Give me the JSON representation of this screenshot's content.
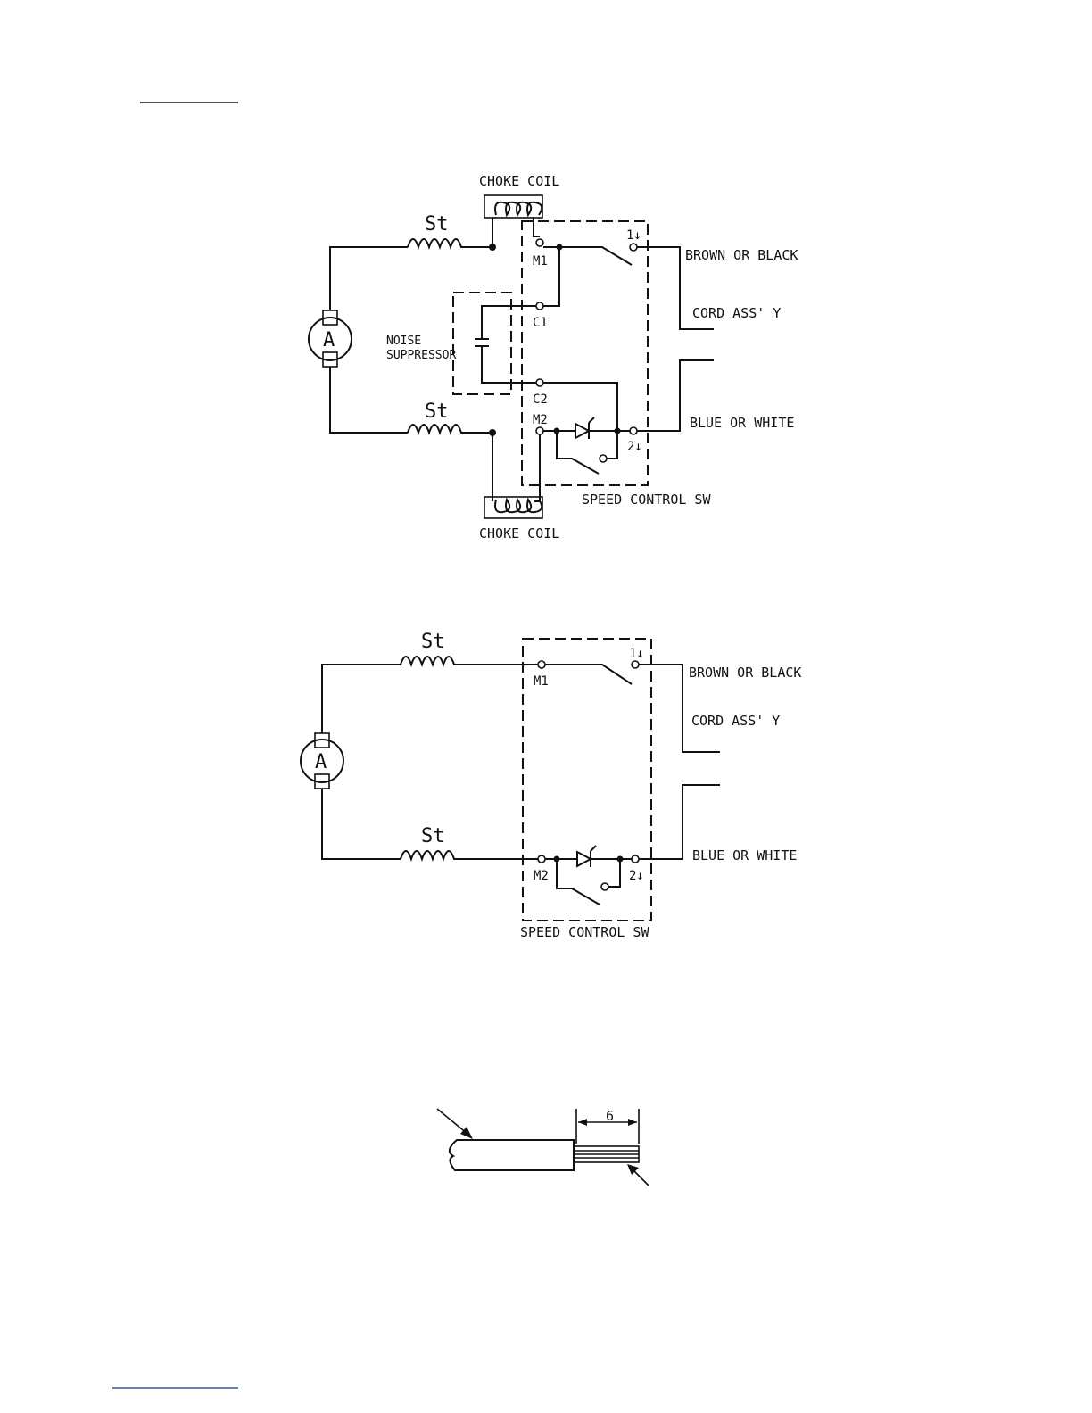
{
  "diagram1": {
    "choke_coil_top": "CHOKE COIL",
    "choke_coil_bottom": "CHOKE COIL",
    "stator_top": "St",
    "stator_bottom": "St",
    "armature": "A",
    "noise_suppressor_line1": "NOISE",
    "noise_suppressor_line2": "SUPPRESSOR",
    "terminal_m1": "M1",
    "terminal_c1": "C1",
    "terminal_c2": "C2",
    "terminal_m2": "M2",
    "terminal_1": "1↓",
    "terminal_2": "2↓",
    "wire_top": "BROWN OR BLACK",
    "cord": "CORD ASS' Y",
    "wire_bottom": "BLUE OR WHITE",
    "switch": "SPEED CONTROL SW"
  },
  "diagram2": {
    "stator_top": "St",
    "stator_bottom": "St",
    "armature": "A",
    "terminal_m1": "M1",
    "terminal_m2": "M2",
    "terminal_1": "1↓",
    "terminal_2": "2↓",
    "wire_top": "BROWN OR BLACK",
    "cord": "CORD ASS' Y",
    "wire_bottom": "BLUE OR WHITE",
    "switch": "SPEED CONTROL SW"
  },
  "wire_detail": {
    "strip_length": "6"
  },
  "colors": {
    "ink": "#111111",
    "footer_rule": "#3355aa"
  }
}
